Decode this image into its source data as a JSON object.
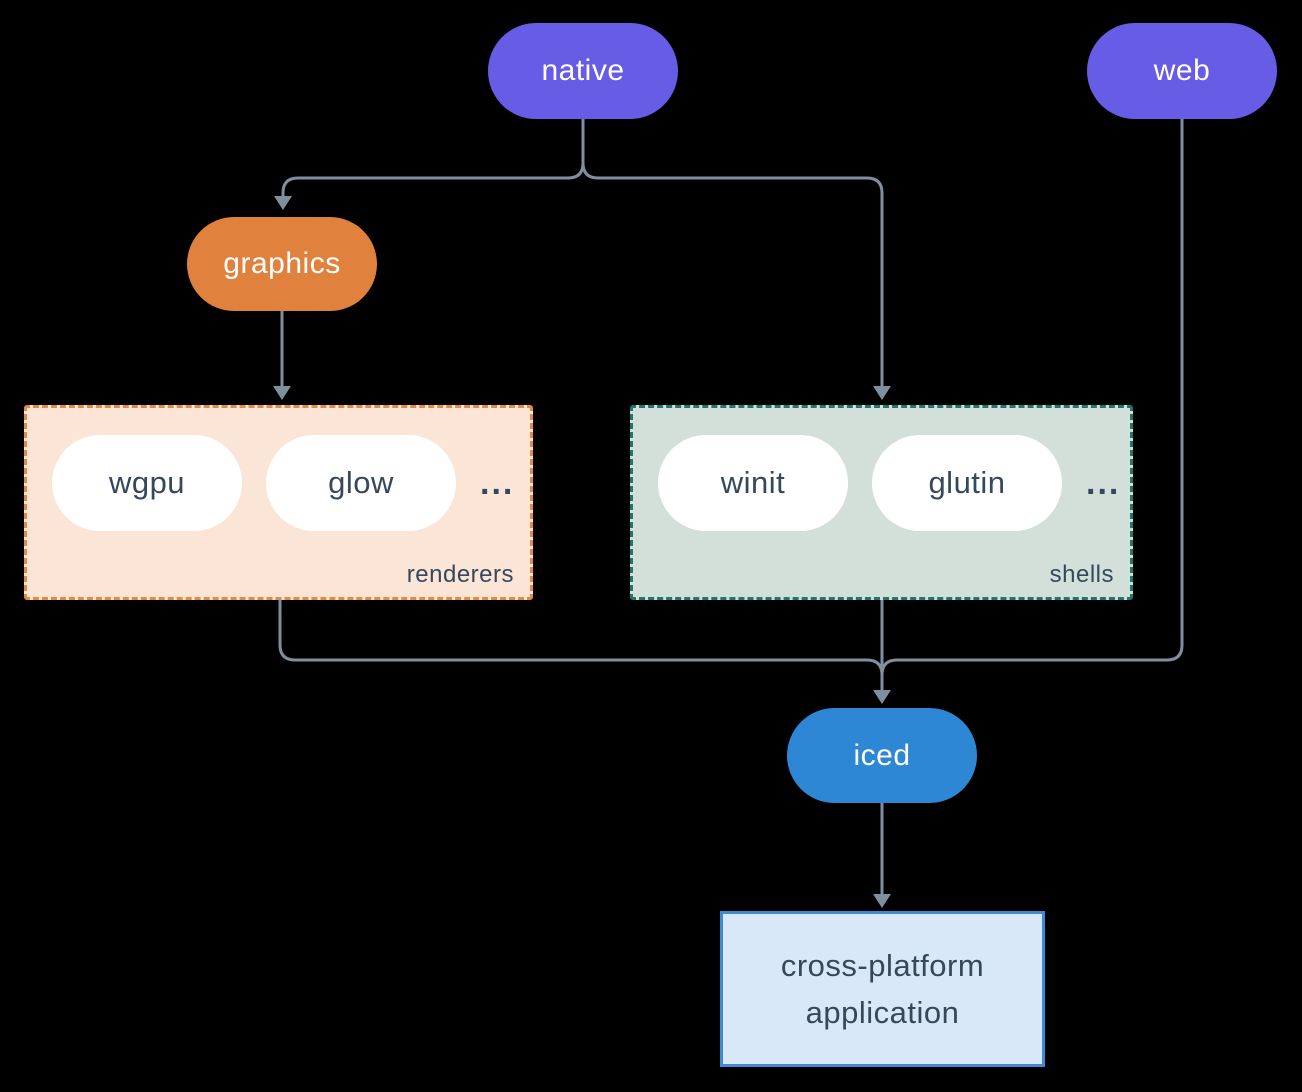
{
  "colors": {
    "background": "#000000",
    "line": "#7e8f9f",
    "accent_purple": "#675ce6",
    "accent_orange": "#e0813d",
    "accent_blue": "#2d87d4",
    "renderers_fill": "#fbe5d6",
    "renderers_border": "#e58a44",
    "shells_fill": "#d3e0da",
    "shells_border": "#20786a",
    "app_fill": "#d9e8f8",
    "app_border": "#3e8ad6",
    "text_dark": "#36485c"
  },
  "nodes": {
    "native": {
      "label": "native"
    },
    "web": {
      "label": "web"
    },
    "graphics": {
      "label": "graphics"
    },
    "iced": {
      "label": "iced"
    },
    "application": {
      "label": "cross-platform application"
    }
  },
  "groups": {
    "renderers": {
      "label": "renderers",
      "items": [
        "wgpu",
        "glow"
      ],
      "ellipsis": "..."
    },
    "shells": {
      "label": "shells",
      "items": [
        "winit",
        "glutin"
      ],
      "ellipsis": "..."
    }
  }
}
